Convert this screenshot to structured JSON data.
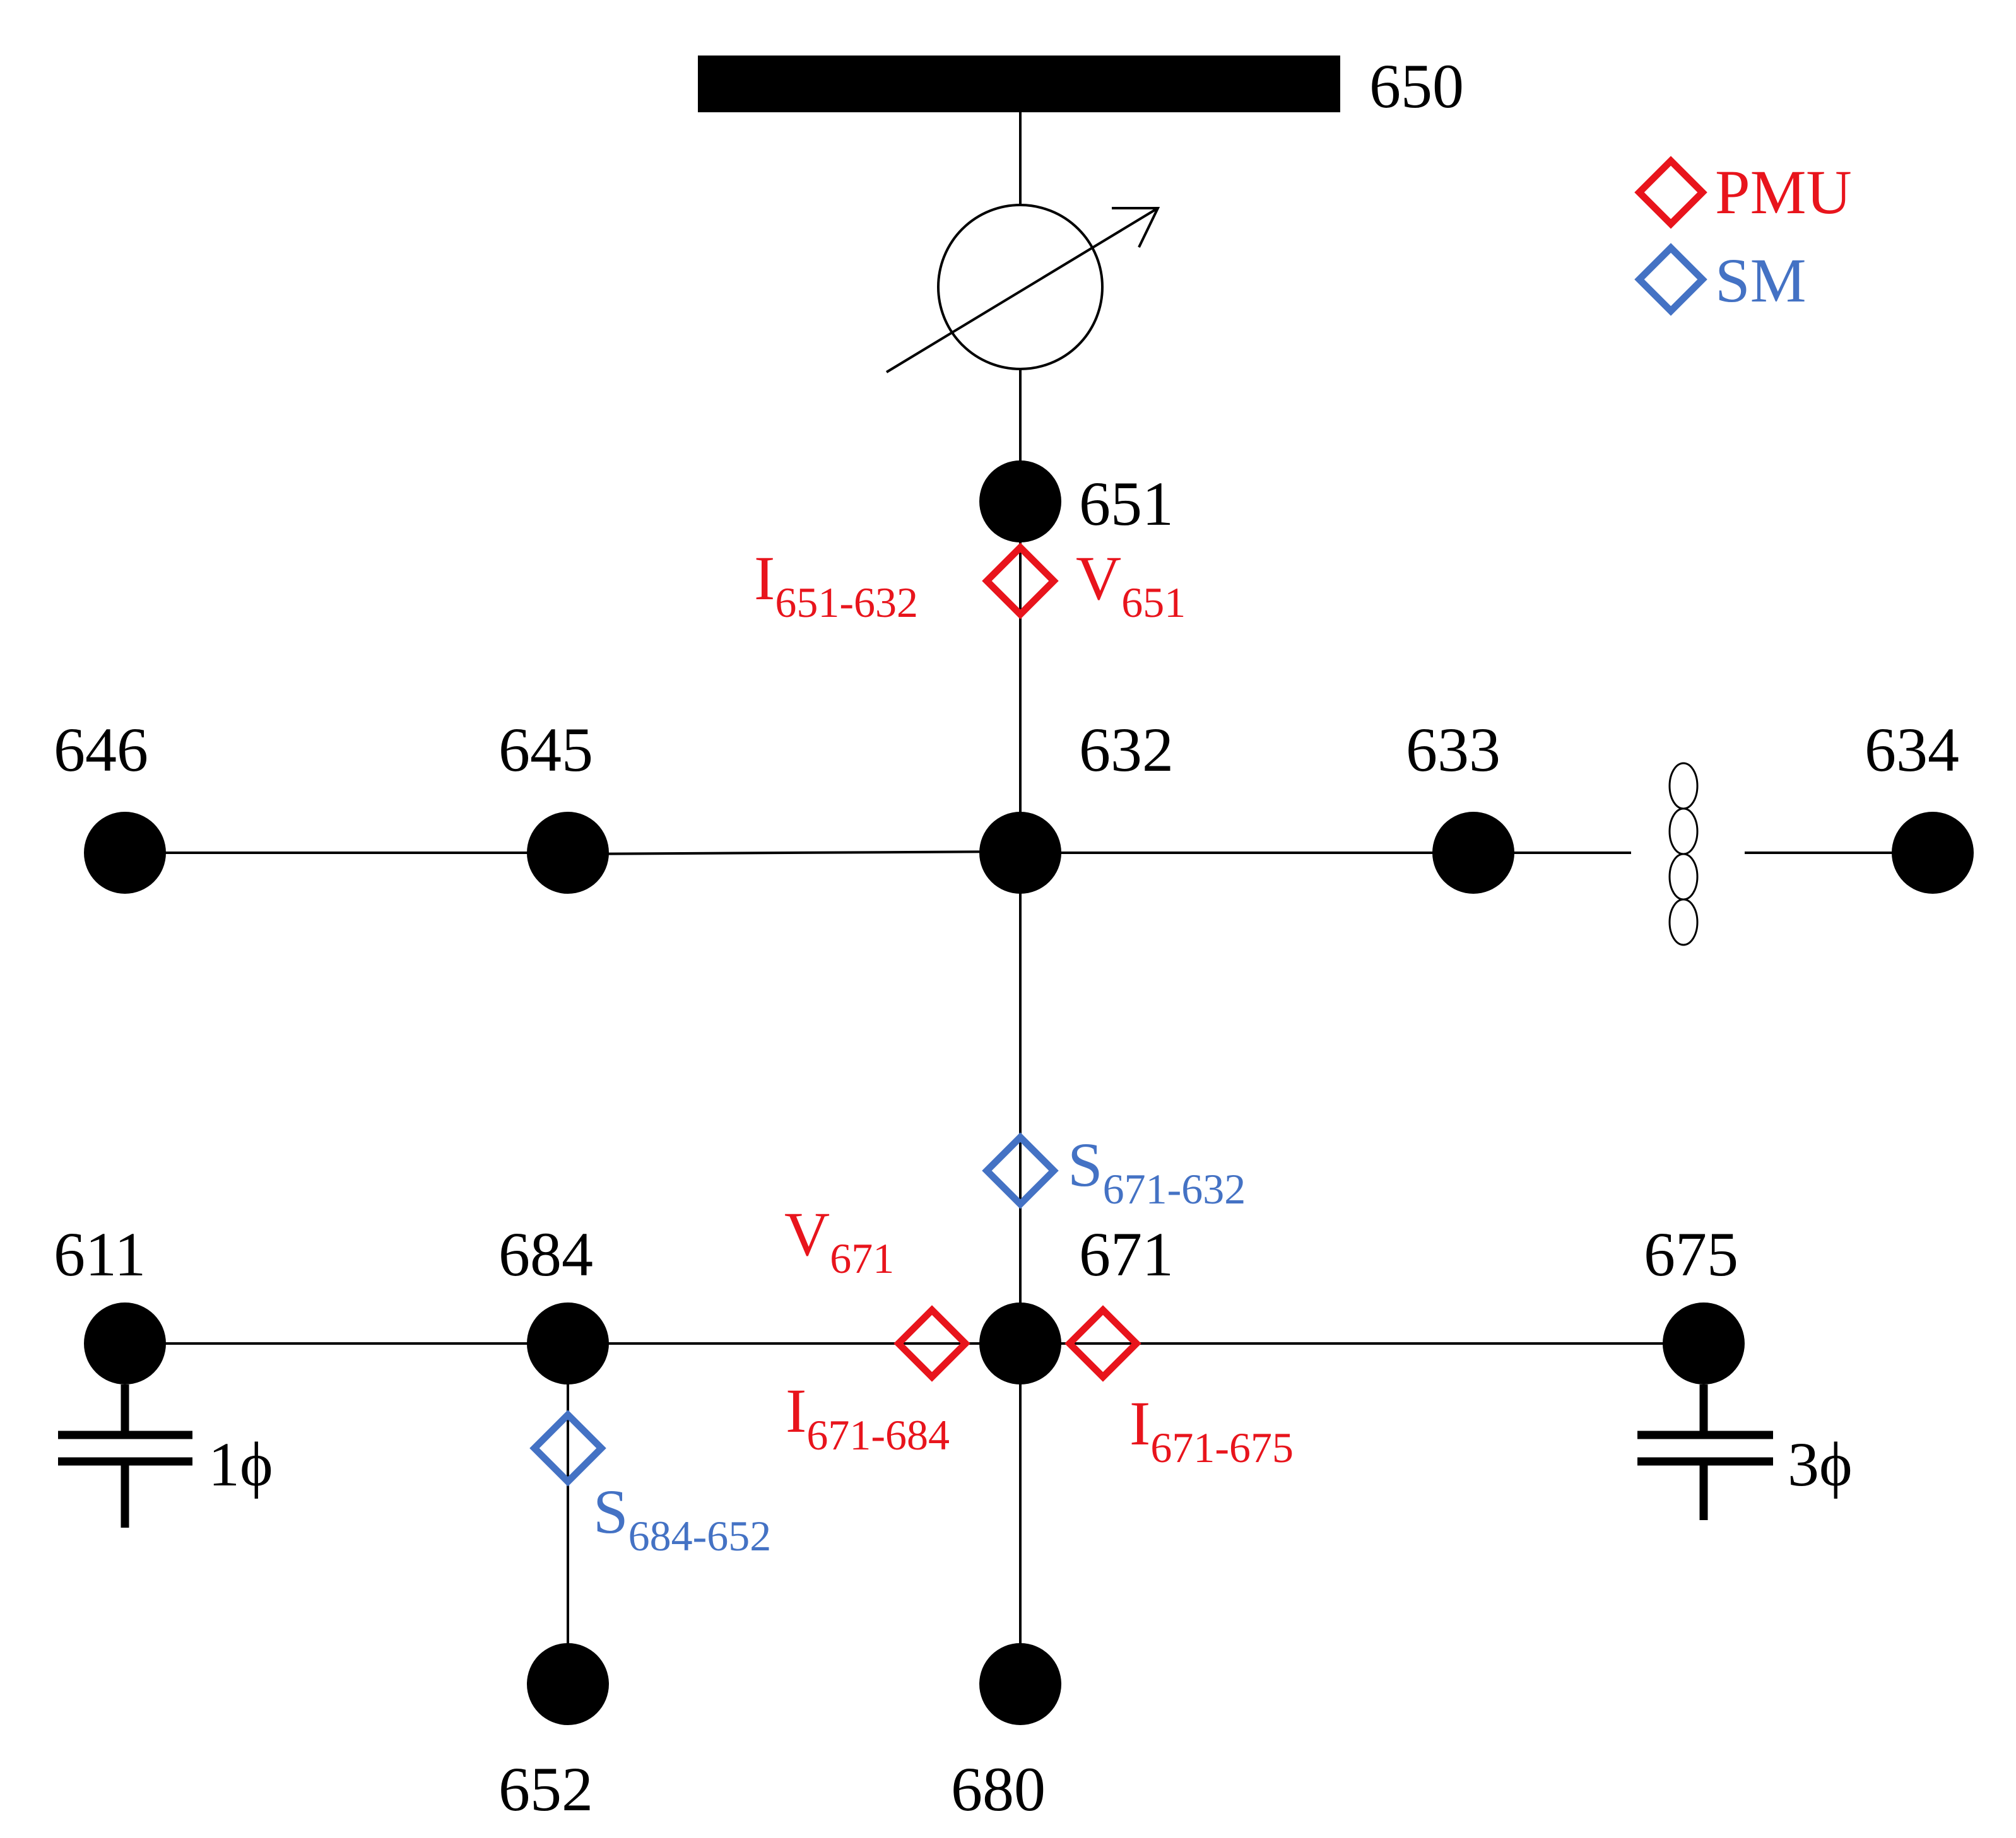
{
  "colors": {
    "pmu": "#e8141c",
    "sm": "#4472c4",
    "line": "#000000"
  },
  "legend": {
    "pmu": "PMU",
    "sm": "SM"
  },
  "buses": {
    "b650": "650",
    "b651": "651",
    "b632": "632",
    "b633": "633",
    "b634": "634",
    "b645": "645",
    "b646": "646",
    "b671": "671",
    "b684": "684",
    "b611": "611",
    "b675": "675",
    "b652": "652",
    "b680": "680"
  },
  "measurements": {
    "i651_main": "I",
    "i651_sub": "651-632",
    "v651_main": "V",
    "v651_sub": "651",
    "s671_main": "S",
    "s671_sub": "671-632",
    "v671_main": "V",
    "v671_sub": "671",
    "i684_main": "I",
    "i684_sub": "671-684",
    "i675_main": "I",
    "i675_sub": "671-675",
    "s684_main": "S",
    "s684_sub": "684-652"
  },
  "capacitors": {
    "single_phase": "1ϕ",
    "three_phase": "3ϕ"
  }
}
